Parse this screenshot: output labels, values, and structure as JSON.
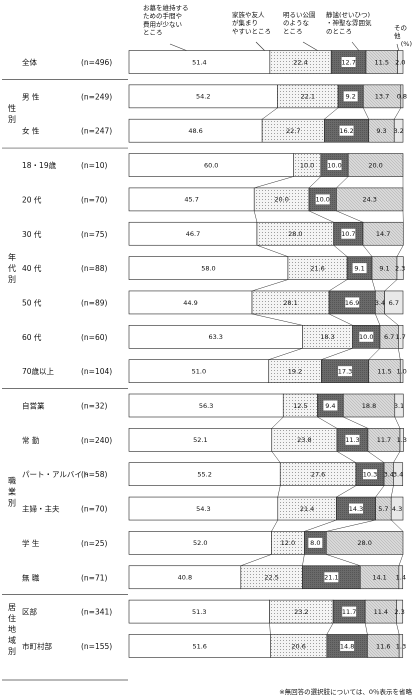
{
  "chart_data": {
    "type": "bar",
    "stacked": "horizontal-100%",
    "unit_label": "(%)",
    "series": [
      {
        "name": "お墓を維持するための手間や費用が少ないところ",
        "color": "#ffffff"
      },
      {
        "name": "家族や友人が集まりやすいところ",
        "color": "#e6e6e6"
      },
      {
        "name": "明るい公園のようなところ",
        "color": "#666666"
      },
      {
        "name": "静謐(せいひつ)・神聖な雰囲気のところ",
        "color": "#c8c8c8"
      },
      {
        "name": "その他",
        "color": "#f2f2f2"
      }
    ],
    "groups": [
      {
        "name": "",
        "start": 0,
        "end": 0
      },
      {
        "name": "性別",
        "start": 1,
        "end": 2
      },
      {
        "name": "年代別",
        "start": 3,
        "end": 9
      },
      {
        "name": "職業別",
        "start": 10,
        "end": 15
      },
      {
        "name": "居住地域別",
        "start": 16,
        "end": 17
      }
    ],
    "rows": [
      {
        "label": "全体",
        "n": "(n=496)",
        "values": [
          51.4,
          22.4,
          12.7,
          11.5,
          2.0
        ]
      },
      {
        "label": "男 性",
        "n": "(n=249)",
        "values": [
          54.2,
          22.1,
          9.2,
          13.7,
          0.8
        ]
      },
      {
        "label": "女 性",
        "n": "(n=247)",
        "values": [
          48.6,
          22.7,
          16.2,
          9.3,
          3.2
        ]
      },
      {
        "label": "18・19歳",
        "n": "(n=10)",
        "values": [
          60.0,
          10.0,
          10.0,
          20.0,
          0
        ]
      },
      {
        "label": "20 代",
        "n": "(n=70)",
        "values": [
          45.7,
          20.0,
          10.0,
          24.3,
          0
        ]
      },
      {
        "label": "30 代",
        "n": "(n=75)",
        "values": [
          46.7,
          28.0,
          10.7,
          14.7,
          0
        ]
      },
      {
        "label": "40 代",
        "n": "(n=88)",
        "values": [
          58.0,
          21.6,
          9.1,
          9.1,
          2.3
        ]
      },
      {
        "label": "50 代",
        "n": "(n=89)",
        "values": [
          44.9,
          28.1,
          16.9,
          3.4,
          6.7
        ]
      },
      {
        "label": "60 代",
        "n": "(n=60)",
        "values": [
          63.3,
          18.3,
          10.0,
          6.7,
          1.7
        ]
      },
      {
        "label": "70歳以上",
        "n": "(n=104)",
        "values": [
          51.0,
          19.2,
          17.3,
          11.5,
          1.0
        ]
      },
      {
        "label": "自営業",
        "n": "(n=32)",
        "values": [
          56.3,
          12.5,
          9.4,
          18.8,
          3.1
        ]
      },
      {
        "label": "常 勤",
        "n": "(n=240)",
        "values": [
          52.1,
          23.8,
          11.3,
          11.7,
          1.3
        ]
      },
      {
        "label": "パート・アルバイト",
        "n": "(n=58)",
        "values": [
          55.2,
          27.6,
          10.3,
          3.4,
          3.4
        ]
      },
      {
        "label": "主婦・主夫",
        "n": "(n=70)",
        "values": [
          54.3,
          21.4,
          14.3,
          5.7,
          4.3
        ]
      },
      {
        "label": "学 生",
        "n": "(n=25)",
        "values": [
          52.0,
          12.0,
          8.0,
          28.0,
          0
        ]
      },
      {
        "label": "無 職",
        "n": "(n=71)",
        "values": [
          40.8,
          22.5,
          21.1,
          14.1,
          1.4
        ]
      },
      {
        "label": "区部",
        "n": "(n=341)",
        "values": [
          51.3,
          23.2,
          11.7,
          11.4,
          2.3
        ]
      },
      {
        "label": "市町村部",
        "n": "(n=155)",
        "values": [
          51.6,
          20.6,
          14.8,
          11.6,
          1.3
        ]
      }
    ],
    "footnote": "※無回答の選択肢については、0％表示を省略"
  }
}
